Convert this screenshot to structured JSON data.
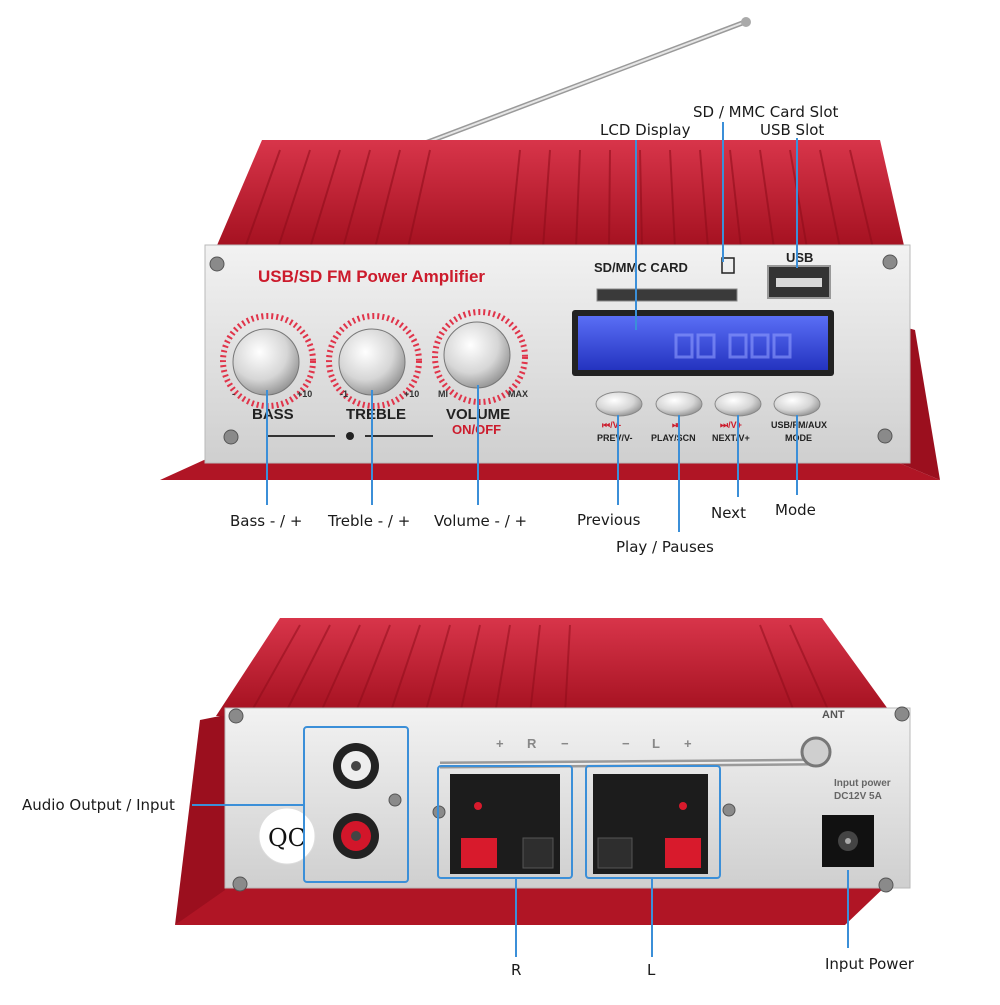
{
  "front_panel": {
    "brand_title": "USB/SD FM Power Amplifier",
    "sd_label": "SD/MMC CARD",
    "usb_label": "USB",
    "knobs": [
      {
        "label": "BASS",
        "min": "-",
        "max": "+10"
      },
      {
        "label": "TREBLE",
        "min": "-1",
        "max": "+10"
      },
      {
        "label": "VOLUME",
        "min": "MI",
        "max": "MAX",
        "sub": "ON/OFF"
      }
    ],
    "buttons": [
      {
        "label": "PREV/V-",
        "symbol": "⏮/V-"
      },
      {
        "label": "PLAY/SCN",
        "symbol": "⏯"
      },
      {
        "label": "NEXT/V+",
        "symbol": "⏭/V+"
      },
      {
        "label": "MODE",
        "symbol": "USB/FM/AUX"
      }
    ]
  },
  "back_panel": {
    "ant_label": "ANT",
    "power_label_1": "Input power",
    "power_label_2": "DC12V 5A",
    "sticker": "QC",
    "polarity": [
      "+",
      "R",
      "−",
      "−",
      "L",
      "+"
    ]
  },
  "callouts": {
    "lcd_display": "LCD Display",
    "sd_slot": "SD / MMC Card Slot",
    "usb_slot": "USB Slot",
    "bass": "Bass - / +",
    "treble": "Treble - / +",
    "volume": "Volume - / +",
    "previous": "Previous",
    "play_pause": "Play / Pauses",
    "next": "Next",
    "mode": "Mode",
    "audio_io": "Audio Output / Input",
    "right": "R",
    "left": "L",
    "input_power": "Input Power"
  },
  "colors": {
    "body_red": "#c0182a",
    "panel_silver": "#dcdcdc",
    "lcd_blue": "#3a4fe0",
    "callout_line": "#3b8fd8"
  }
}
